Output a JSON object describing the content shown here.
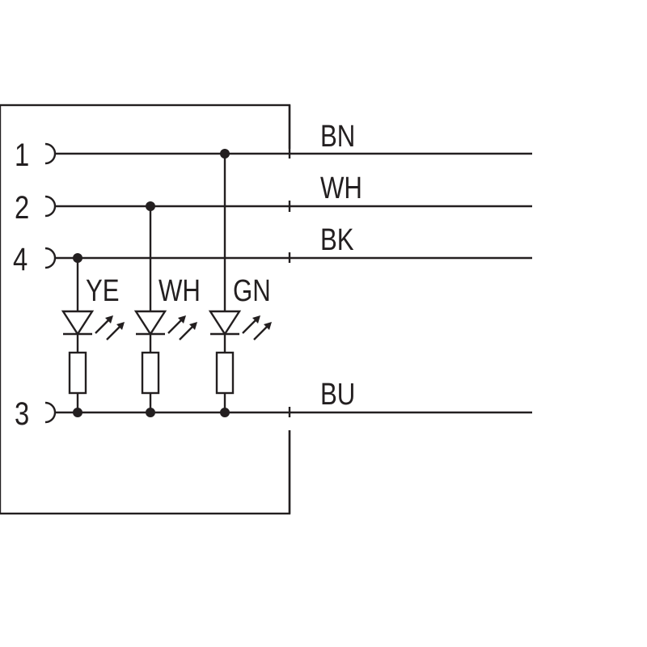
{
  "pins": [
    {
      "number": "1"
    },
    {
      "number": "2"
    },
    {
      "number": "4"
    },
    {
      "number": "3"
    }
  ],
  "wires": [
    {
      "color_code": "BN"
    },
    {
      "color_code": "WH"
    },
    {
      "color_code": "BK"
    },
    {
      "color_code": "BU"
    }
  ],
  "leds": [
    {
      "color_code": "YE"
    },
    {
      "color_code": "WH"
    },
    {
      "color_code": "GN"
    }
  ],
  "colors": {
    "line": "#231f20",
    "background": "#ffffff"
  }
}
